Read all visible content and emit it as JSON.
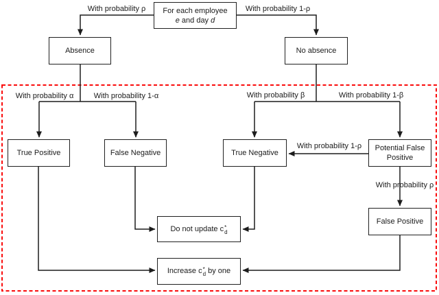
{
  "diagram": {
    "title_box": {
      "line1": "For each employee",
      "e_var": "e",
      "mid": " and day ",
      "d_var": "d"
    },
    "boxes": {
      "absence": "Absence",
      "no_absence": "No absence",
      "true_positive": "True Positive",
      "false_negative": "False Negative",
      "true_negative": "True Negative",
      "potential_false_positive": "Potential False Positive",
      "false_positive": "False Positive",
      "do_not_update": {
        "prefix": "Do not update ",
        "var": "c",
        "sup": "*",
        "sub": "d",
        "suffix": ""
      },
      "increase": {
        "prefix": "Increase ",
        "var": "c",
        "sup": "*",
        "sub": "d",
        "suffix": " by one"
      }
    },
    "edge_labels": {
      "rho_left": "With probability ρ",
      "one_minus_rho_right": "With probability 1-ρ",
      "alpha": "With probability α",
      "one_minus_alpha": "With probability 1-α",
      "beta": "With probability β",
      "one_minus_beta": "With probability 1-β",
      "one_minus_rho_mid": "With probability 1-ρ",
      "rho_down": "With probability ρ"
    },
    "colors": {
      "line": "#1c1c1c",
      "dashed_border": "#fa0a0a",
      "box_background": "#ffffff",
      "text": "#1a1a1a"
    }
  }
}
